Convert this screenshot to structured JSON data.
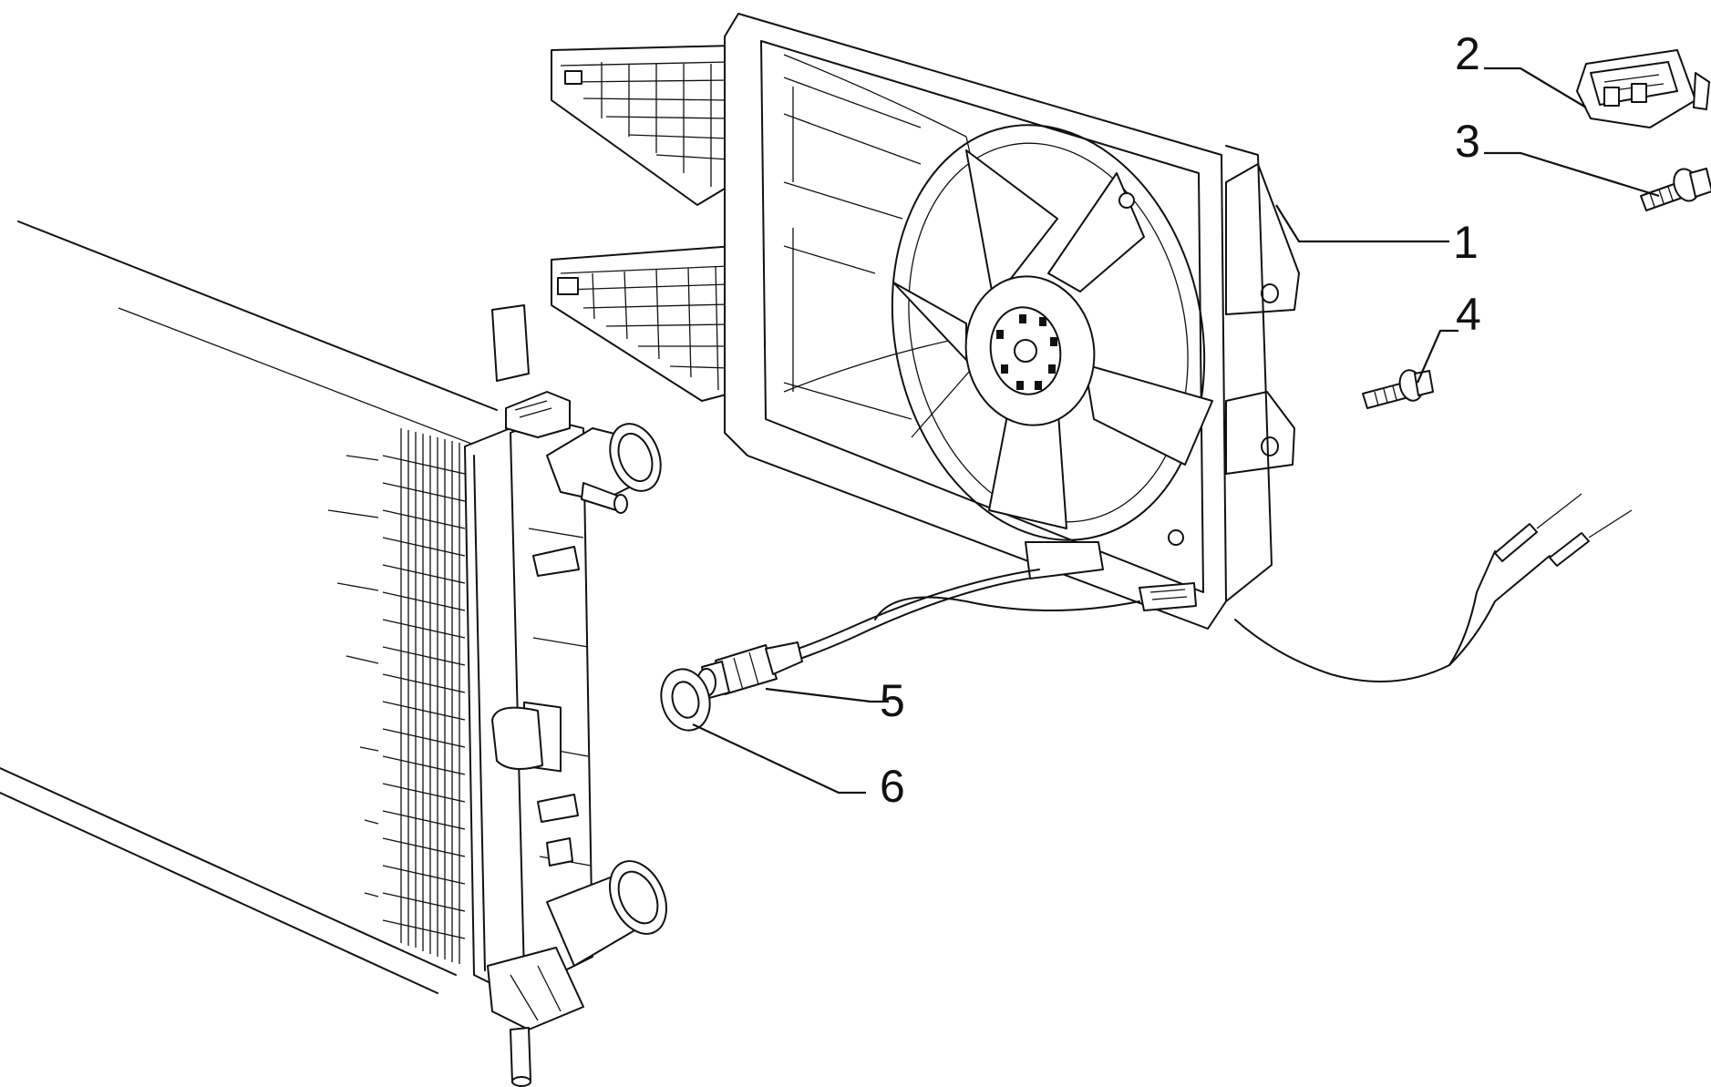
{
  "colors": {
    "ink": "#111111",
    "paper": "#ffffff"
  },
  "callouts": [
    {
      "id": "1",
      "label": "1",
      "part": "fan-shroud"
    },
    {
      "id": "2",
      "label": "2",
      "part": "resistor-connector"
    },
    {
      "id": "3",
      "label": "3",
      "part": "bolt"
    },
    {
      "id": "4",
      "label": "4",
      "part": "bolt"
    },
    {
      "id": "5",
      "label": "5",
      "part": "thermal-switch"
    },
    {
      "id": "6",
      "label": "6",
      "part": "sealing-washer"
    }
  ]
}
